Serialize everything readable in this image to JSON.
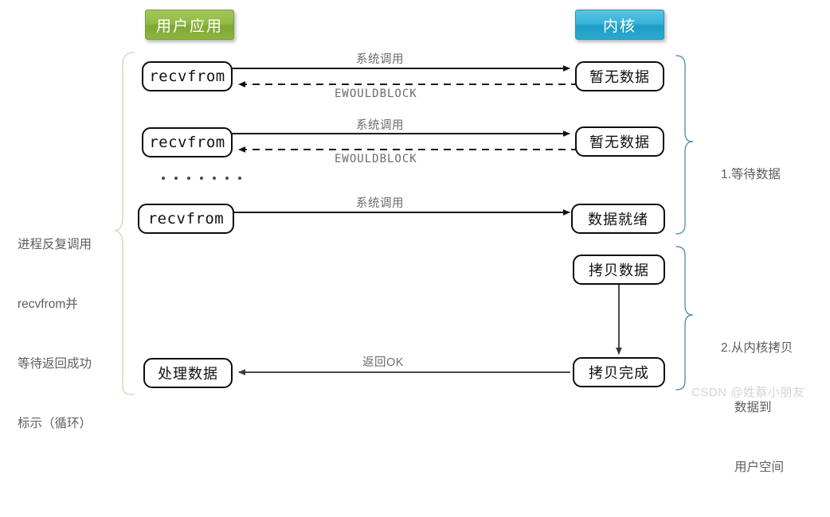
{
  "header": {
    "user_app_label": "用户应用",
    "kernel_label": "内核",
    "user_app_color": "#8cb43d",
    "kernel_color": "#2aa8ce"
  },
  "left_annotation": {
    "lines": [
      "进程反复调用",
      "recvfrom并",
      "等待返回成功",
      "标示（循环）"
    ],
    "brace_color": "#d7dcc4"
  },
  "right_annotations": [
    {
      "lines": [
        "1.等待数据"
      ],
      "brace_color": "#5b93ad"
    },
    {
      "lines": [
        "2.从内核拷贝",
        "数据到",
        "用户空间"
      ],
      "brace_color": "#5b93ad"
    }
  ],
  "rows": [
    {
      "left_node": "recvfrom",
      "right_node": "暂无数据",
      "forward_label": "系统调用",
      "return_label": "EWOULDBLOCK",
      "return_style": "dashed"
    },
    {
      "left_node": "recvfrom",
      "right_node": "暂无数据",
      "forward_label": "系统调用",
      "return_label": "EWOULDBLOCK",
      "return_style": "dashed"
    },
    {
      "left_node": "recvfrom",
      "right_node": "数据就绪",
      "forward_label": "系统调用",
      "return_label": "",
      "return_style": "none"
    }
  ],
  "ellipsis": {
    "dot_count": 7
  },
  "copy_stage": {
    "copy_data_node": "拷贝数据",
    "copy_done_node": "拷贝完成",
    "process_data_node": "处理数据",
    "return_label": "返回OK"
  },
  "watermark": {
    "text": "CSDN @姓蔡小朋友"
  }
}
